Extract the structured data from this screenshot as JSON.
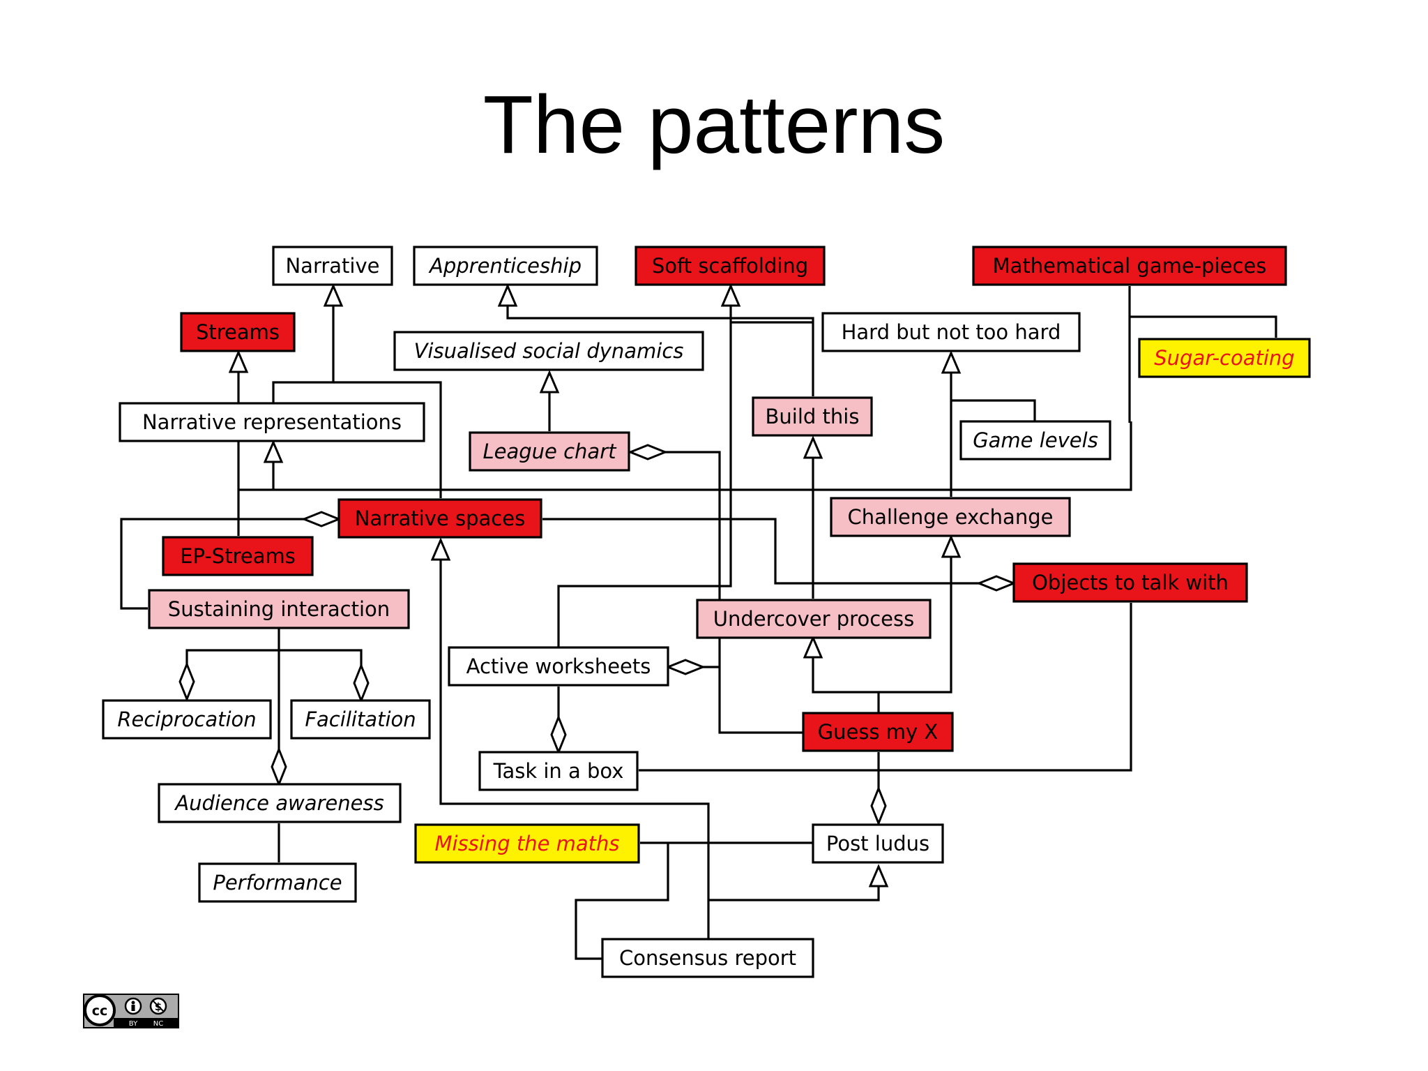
{
  "title": "The patterns",
  "colors": {
    "red": "#e8141a",
    "pink": "#f6bfc6",
    "yellow": "#fff200",
    "white": "#ffffff",
    "line": "#000000",
    "yellow_text": "#e8141a"
  },
  "patterns": [
    {
      "id": "narrative",
      "label": "Narrative",
      "kind": "white",
      "italic": false
    },
    {
      "id": "apprenticeship",
      "label": "Apprenticeship",
      "kind": "white",
      "italic": true
    },
    {
      "id": "soft-scaffolding",
      "label": "Soft scaffolding",
      "kind": "red",
      "italic": false
    },
    {
      "id": "math-game-pieces",
      "label": "Mathematical game-pieces",
      "kind": "red",
      "italic": false
    },
    {
      "id": "streams",
      "label": "Streams",
      "kind": "red",
      "italic": false
    },
    {
      "id": "visualised-social-dynamics",
      "label": "Visualised social dynamics",
      "kind": "white",
      "italic": true
    },
    {
      "id": "hard-but-not-too-hard",
      "label": "Hard but not too hard",
      "kind": "white",
      "italic": false
    },
    {
      "id": "sugar-coating",
      "label": "Sugar-coating",
      "kind": "yellow",
      "italic": true
    },
    {
      "id": "narrative-representations",
      "label": "Narrative representations",
      "kind": "white",
      "italic": false
    },
    {
      "id": "build-this",
      "label": "Build this",
      "kind": "pink",
      "italic": false
    },
    {
      "id": "league-chart",
      "label": "League chart",
      "kind": "pink",
      "italic": true
    },
    {
      "id": "game-levels",
      "label": "Game levels",
      "kind": "white",
      "italic": true
    },
    {
      "id": "narrative-spaces",
      "label": "Narrative spaces",
      "kind": "red",
      "italic": false
    },
    {
      "id": "challenge-exchange",
      "label": "Challenge exchange",
      "kind": "pink",
      "italic": false
    },
    {
      "id": "ep-streams",
      "label": "EP-Streams",
      "kind": "red",
      "italic": false
    },
    {
      "id": "objects-to-talk-with",
      "label": "Objects to talk with",
      "kind": "red",
      "italic": false
    },
    {
      "id": "sustaining-interaction",
      "label": "Sustaining interaction",
      "kind": "pink",
      "italic": false
    },
    {
      "id": "undercover-process",
      "label": "Undercover process",
      "kind": "pink",
      "italic": false
    },
    {
      "id": "active-worksheets",
      "label": "Active worksheets",
      "kind": "white",
      "italic": false
    },
    {
      "id": "reciprocation",
      "label": "Reciprocation",
      "kind": "white",
      "italic": true
    },
    {
      "id": "facilitation",
      "label": "Facilitation",
      "kind": "white",
      "italic": true
    },
    {
      "id": "guess-my-x",
      "label": "Guess my X",
      "kind": "red",
      "italic": false
    },
    {
      "id": "task-in-a-box",
      "label": "Task in a box",
      "kind": "white",
      "italic": false
    },
    {
      "id": "audience-awareness",
      "label": "Audience awareness",
      "kind": "white",
      "italic": true
    },
    {
      "id": "missing-the-maths",
      "label": "Missing the maths",
      "kind": "yellow",
      "italic": true
    },
    {
      "id": "post-ludus",
      "label": "Post ludus",
      "kind": "white",
      "italic": false
    },
    {
      "id": "performance",
      "label": "Performance",
      "kind": "white",
      "italic": true
    },
    {
      "id": "consensus-report",
      "label": "Consensus report",
      "kind": "white",
      "italic": false
    }
  ],
  "license_badge": {
    "icon": "creative-commons-by-nc-icon",
    "labels": [
      "BY",
      "NC"
    ]
  }
}
